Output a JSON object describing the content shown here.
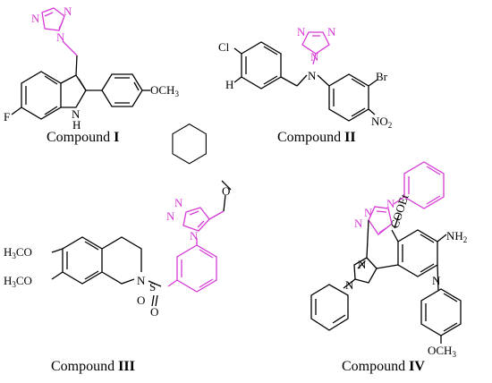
{
  "accent_colors": {
    "highlight": "#d63ad6",
    "ink": "#000000"
  },
  "compounds": [
    {
      "caption_prefix": "Compound ",
      "caption_numeral": "I",
      "atoms": {
        "f": "F",
        "nh_n": "N",
        "nh_h": "H",
        "och3": "OCH",
        "sub3": "3",
        "tz_n1": "N",
        "tz_n2": "N",
        "tz_n3": "N"
      }
    },
    {
      "caption_prefix": "Compound ",
      "caption_numeral": "II",
      "atoms": {
        "cl": "Cl",
        "h": "H",
        "n": "N",
        "br": "Br",
        "no2": "NO",
        "sub2": "2",
        "tz_n1": "N",
        "tz_n2": "N",
        "tz_n3": "N"
      }
    },
    {
      "caption_prefix": "Compound ",
      "caption_numeral": "III",
      "atoms": {
        "h3co_a": "H",
        "sub3_a": "3",
        "co_a": "CO",
        "h3co_b": "H",
        "sub3_b": "3",
        "co_b": "CO",
        "n_ring": "N",
        "s": "S",
        "o1": "O",
        "o2": "O",
        "o_ether": "O",
        "tz_n1": "N",
        "tz_n2": "N",
        "tz_n3": "N"
      }
    },
    {
      "caption_prefix": "Compound ",
      "caption_numeral": "IV",
      "atoms": {
        "nh2": "NH",
        "sub2": "2",
        "cooet": "COOEt",
        "n_pyr": "N",
        "pz_n1": "N",
        "pz_n2": "N",
        "och3": "OCH",
        "sub3": "3",
        "tz_n1": "N",
        "tz_n2": "N",
        "tz_n3": "N"
      }
    }
  ]
}
